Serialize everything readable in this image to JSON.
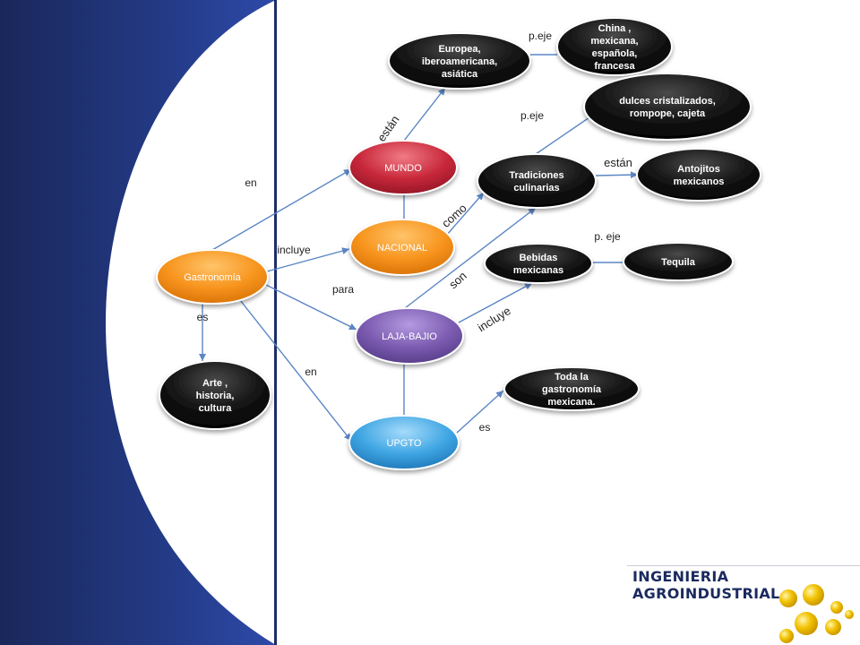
{
  "nodes": {
    "gastronomia": {
      "label": "Gastronomía",
      "style": "orange"
    },
    "mundo": {
      "label": "MUNDO",
      "style": "red"
    },
    "nacional": {
      "label": "NACIONAL",
      "style": "orange"
    },
    "laja_bajio": {
      "label": "LAJA-BAJIO",
      "style": "purple"
    },
    "upgto": {
      "label": "UPGTO",
      "style": "blue"
    },
    "arte": {
      "label": "Arte , historia, cultura",
      "style": "black"
    },
    "europea": {
      "label": "Europea, iberoamericana, asiática",
      "style": "black"
    },
    "china": {
      "label": "China , mexicana, española, francesa",
      "style": "black"
    },
    "dulces": {
      "label": "dulces cristalizados, rompope, cajeta",
      "style": "black"
    },
    "tradiciones": {
      "label": "Tradiciones culinarias",
      "style": "black"
    },
    "antojitos": {
      "label": "Antojitos mexicanos",
      "style": "black"
    },
    "bebidas": {
      "label": "Bebidas mexicanas",
      "style": "black"
    },
    "tequila": {
      "label": "Tequila",
      "style": "black"
    },
    "toda": {
      "label": "Toda la gastronomía mexicana.",
      "style": "black"
    }
  },
  "links": [
    {
      "from": "gastronomia",
      "to": "mundo",
      "label": "en",
      "arrow": true
    },
    {
      "from": "gastronomia",
      "to": "nacional",
      "label": "incluye",
      "arrow": true
    },
    {
      "from": "gastronomia",
      "to": "laja_bajio",
      "label": "para",
      "arrow": true
    },
    {
      "from": "gastronomia",
      "to": "upgto",
      "label": "en",
      "arrow": true
    },
    {
      "from": "gastronomia",
      "to": "arte",
      "label": "es",
      "arrow": true
    },
    {
      "from": "mundo",
      "to": "europea",
      "label": "están",
      "arrow": true
    },
    {
      "from": "europea",
      "to": "china",
      "label": "p.eje",
      "arrow": false
    },
    {
      "from": "mundo",
      "to": "nacional",
      "label": "",
      "arrow": false
    },
    {
      "from": "nacional",
      "to": "tradiciones",
      "label": "como",
      "arrow": true
    },
    {
      "from": "tradiciones",
      "to": "dulces",
      "label": "p.eje",
      "arrow": false
    },
    {
      "from": "tradiciones",
      "to": "antojitos",
      "label": "están",
      "arrow": true
    },
    {
      "from": "laja_bajio",
      "to": "tradiciones",
      "label": "son",
      "arrow": true
    },
    {
      "from": "laja_bajio",
      "to": "bebidas",
      "label": "incluye",
      "arrow": true
    },
    {
      "from": "bebidas",
      "to": "tequila",
      "label": "p. eje",
      "arrow": false
    },
    {
      "from": "laja_bajio",
      "to": "upgto",
      "label": "",
      "arrow": false
    },
    {
      "from": "upgto",
      "to": "toda",
      "label": "es",
      "arrow": true
    }
  ],
  "branding": {
    "text": "INGENIERIA  AGROINDUSTRIAL"
  },
  "colors": {
    "navy": "#1b2a5e",
    "link": "#5b86c5",
    "orange": "#f7941d",
    "red": "#c8283a",
    "purple": "#7b5bb0",
    "blue": "#3fa6e3",
    "black": "#141414",
    "bubble": "#f2c200"
  }
}
